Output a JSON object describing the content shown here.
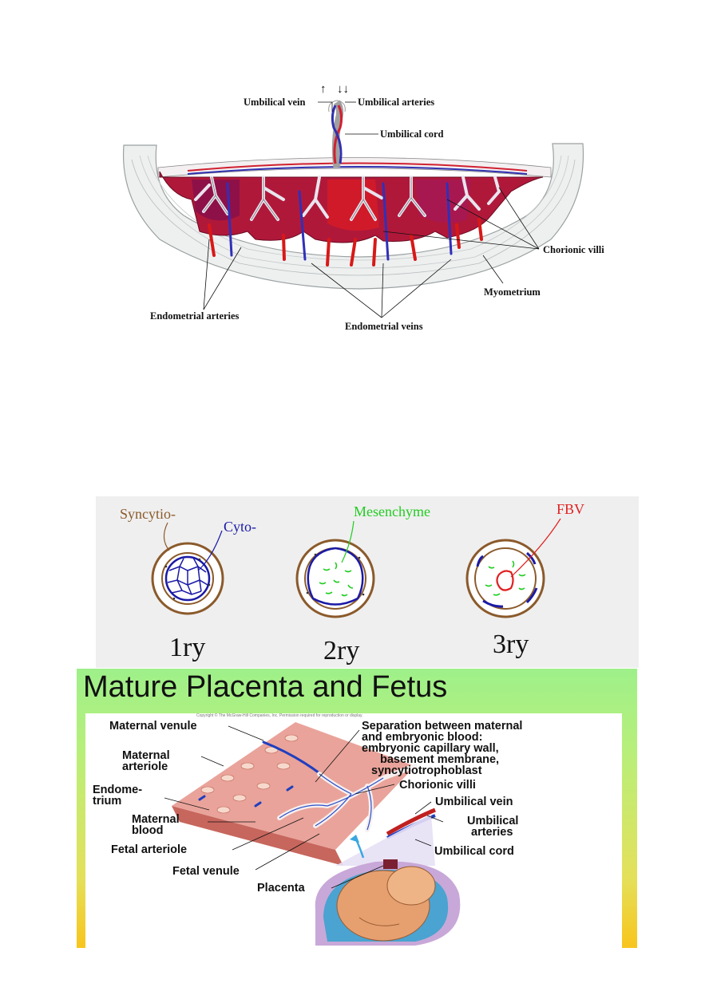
{
  "top_diagram": {
    "arrows_up": "↑",
    "arrows_down": "↓↓",
    "labels": {
      "umbilical_vein": "Umbilical vein",
      "umbilical_arteries": "Umbilical arteries",
      "umbilical_cord": "Umbilical cord",
      "chorionic_villi": "Chorionic villi",
      "myometrium": "Myometrium",
      "endometrial_arteries": "Endometrial arteries",
      "endometrial_veins": "Endometrial veins"
    }
  },
  "villi_diagram": {
    "labels": {
      "syncytio": "Syncytio-",
      "cyto": "Cyto-",
      "mesenchyme": "Mesenchyme",
      "fbv": "FBV"
    },
    "captions": [
      "1ry",
      "2ry",
      "3ry"
    ],
    "colors": {
      "syncytio": "#8B5A2B",
      "cyto": "#1a1aa6",
      "mesenchyme": "#22cc22",
      "fbv": "#e02020"
    }
  },
  "mature_panel": {
    "title": "Mature Placenta and Fetus",
    "copyright": "Copyright © The McGraw-Hill Companies, Inc. Permission required for reproduction or display.",
    "labels": {
      "maternal_venule": "Maternal venule",
      "maternal_arteriole_1": "Maternal",
      "maternal_arteriole_2": "arteriole",
      "endometrium_1": "Endome-",
      "endometrium_2": "trium",
      "maternal_blood_1": "Maternal",
      "maternal_blood_2": "blood",
      "fetal_arteriole": "Fetal arteriole",
      "fetal_venule": "Fetal venule",
      "placenta": "Placenta",
      "separation_1": "Separation between maternal",
      "separation_2": "and embryonic blood:",
      "separation_3": "embryonic capillary wall,",
      "separation_4": "basement membrane,",
      "separation_5": "syncytiotrophoblast",
      "chorionic_villi": "Chorionic villi",
      "umbilical_vein": "Umbilical vein",
      "umbilical_arteries_1": "Umbilical",
      "umbilical_arteries_2": "arteries",
      "umbilical_cord": "Umbilical cord"
    },
    "colors": {
      "gradient_top": "#9ef08a",
      "gradient_bottom": "#f8c51c"
    }
  }
}
